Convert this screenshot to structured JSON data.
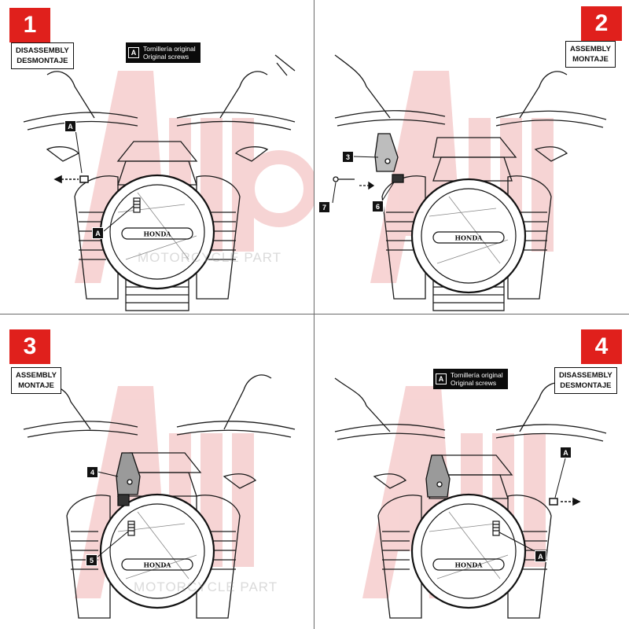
{
  "steps": [
    {
      "number": "1",
      "stage_en": "DISASSEMBLY",
      "stage_es": "DESMONTAJE",
      "legend": {
        "key": "A",
        "line_es": "Tornillería original",
        "line_en": "Original screws"
      },
      "callouts": [
        "A",
        "A"
      ]
    },
    {
      "number": "2",
      "stage_en": "ASSEMBLY",
      "stage_es": "MONTAJE",
      "callouts": [
        "3",
        "7",
        "6"
      ]
    },
    {
      "number": "3",
      "stage_en": "ASSEMBLY",
      "stage_es": "MONTAJE",
      "callouts": [
        "4",
        "5"
      ]
    },
    {
      "number": "4",
      "stage_en": "DISASSEMBLY",
      "stage_es": "DESMONTAJE",
      "legend": {
        "key": "A",
        "line_es": "Tornillería original",
        "line_en": "Original screws"
      },
      "callouts": [
        "A",
        "A"
      ]
    }
  ],
  "headlight_brand": "HONDA",
  "watermark": {
    "text": "MOTORCYCLE PART"
  },
  "colors": {
    "accent": "#e0201c",
    "ink": "#111111",
    "watermark": "#f3c9c9"
  }
}
